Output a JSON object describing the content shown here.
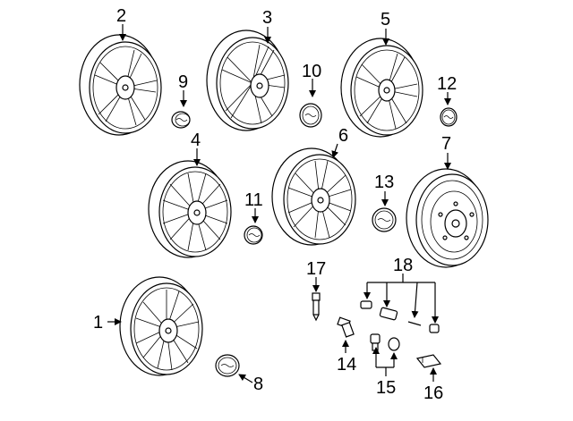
{
  "diagram": {
    "callouts": {
      "n1": "1",
      "n2": "2",
      "n3": "3",
      "n4": "4",
      "n5": "5",
      "n6": "6",
      "n7": "7",
      "n8": "8",
      "n9": "9",
      "n10": "10",
      "n11": "11",
      "n12": "12",
      "n13": "13",
      "n14": "14",
      "n15": "15",
      "n16": "16",
      "n17": "17",
      "n18": "18"
    }
  }
}
